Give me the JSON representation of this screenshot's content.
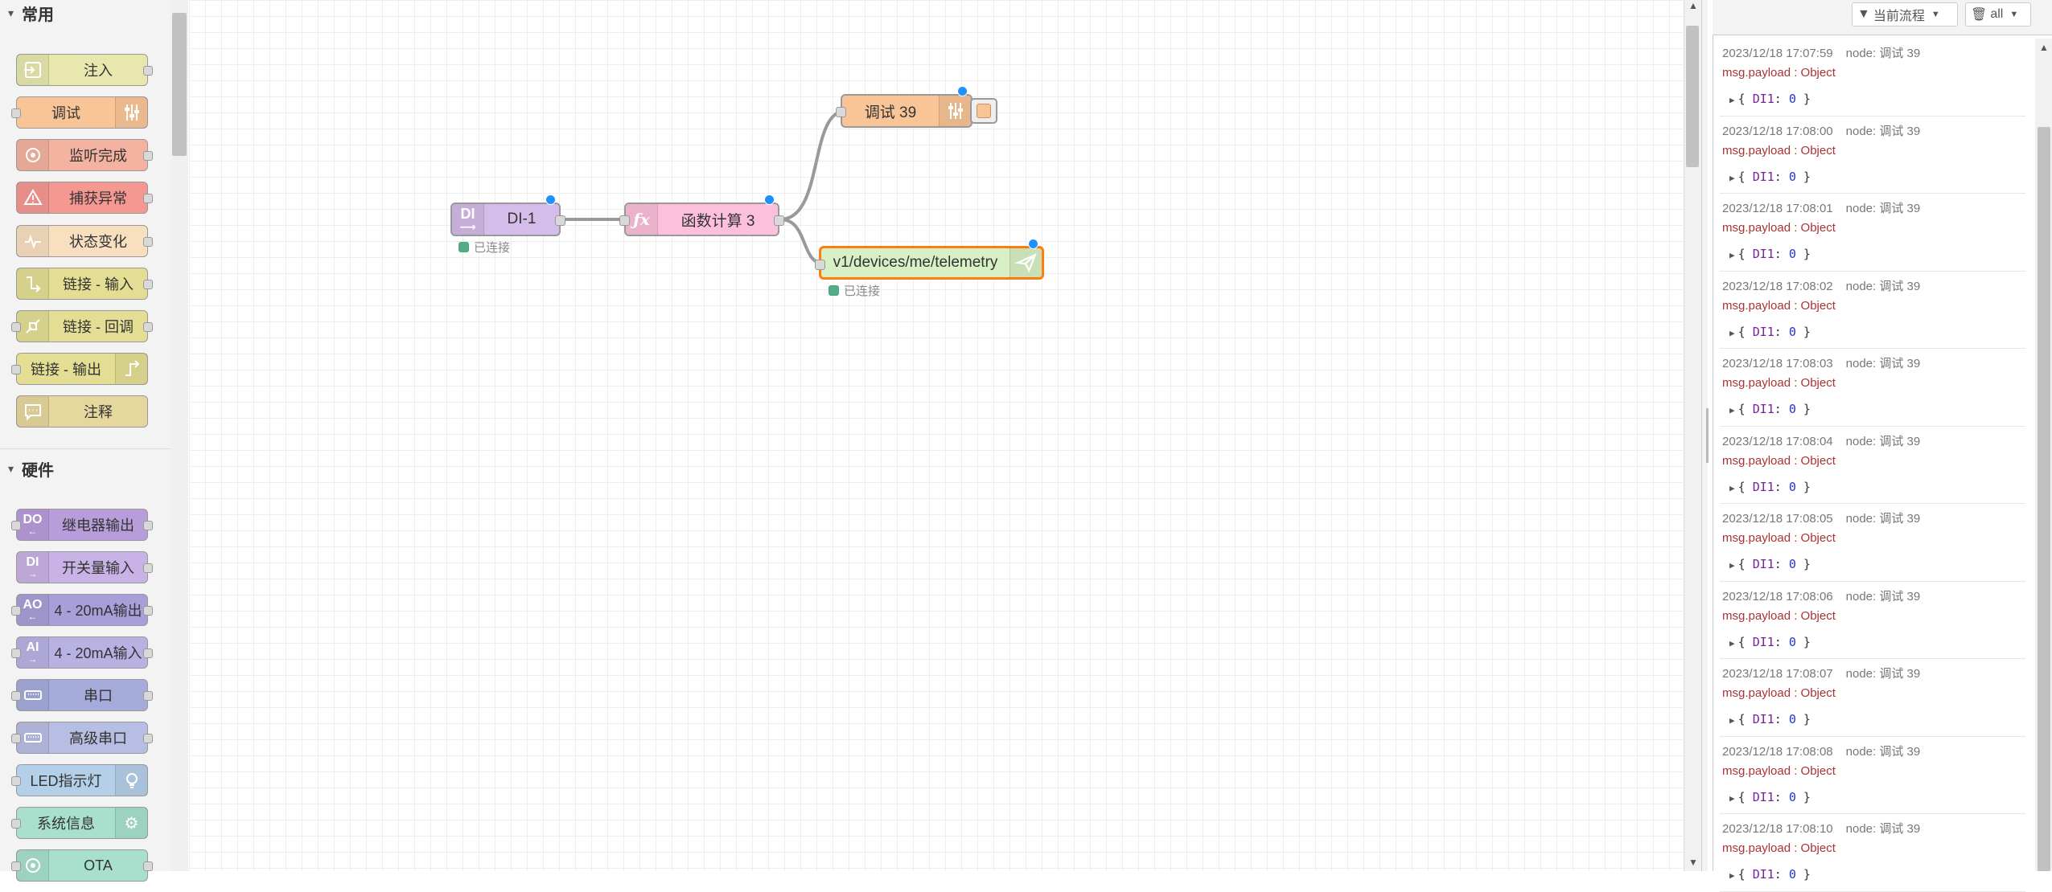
{
  "palette": {
    "categories": [
      {
        "title": "常用"
      },
      {
        "title": "硬件"
      }
    ],
    "common_nodes": [
      {
        "label": "注入",
        "icon": "arrow-right-box-icon",
        "color": "#e7e7ae"
      },
      {
        "label": "调试",
        "icon": "debug-sliders-icon",
        "color": "#87a980"
      },
      {
        "label": "监听完成",
        "icon": "check-complete-icon",
        "color": "#e9b0a0"
      },
      {
        "label": "捕获异常",
        "icon": "warning-icon",
        "color": "#e9948c"
      },
      {
        "label": "状态变化",
        "icon": "pulse-icon",
        "color": "#f2d8b6"
      },
      {
        "label": "链接 - 输入",
        "icon": "link-in-icon",
        "color": "#ddd98a"
      },
      {
        "label": "链接 - 回调",
        "icon": "link-call-icon",
        "color": "#ddd98a"
      },
      {
        "label": "链接 - 输出",
        "icon": "link-out-icon",
        "color": "#ddd98a"
      },
      {
        "label": "注释",
        "icon": "comment-icon",
        "color": "#e2d795"
      }
    ],
    "hardware_nodes": [
      {
        "label": "继电器输出",
        "icon": "DO",
        "color": "#b89ddb"
      },
      {
        "label": "开关量输入",
        "icon": "DI",
        "color": "#c9b2e5"
      },
      {
        "label": "4 - 20mA输出",
        "icon": "AO",
        "color": "#a89fd8"
      },
      {
        "label": "4 - 20mA输入",
        "icon": "AI",
        "color": "#b8b2e3"
      },
      {
        "label": "串口",
        "icon": "serial-port-icon",
        "color": "#a5acdb"
      },
      {
        "label": "高级串口",
        "icon": "serial-port-icon",
        "color": "#b8bde3"
      },
      {
        "label": "LED指示灯",
        "icon": "bulb-icon",
        "color": "#b4cfe8"
      },
      {
        "label": "系统信息",
        "icon": "gear-icon",
        "color": "#a8e0cd"
      },
      {
        "label": "OTA",
        "icon": "ota-icon",
        "color": "#a8e0cd"
      }
    ]
  },
  "flow": {
    "nodes": {
      "di": {
        "label": "DI-1",
        "icon": "DI",
        "status": "已连接"
      },
      "func": {
        "label": "函数计算 3",
        "icon": "fx"
      },
      "debug": {
        "label": "调试 39"
      },
      "mqtt": {
        "label": "v1/devices/me/telemetry",
        "status": "已连接"
      }
    }
  },
  "sidebar": {
    "filter_label": "当前流程",
    "clear_label": "all",
    "messages": [
      {
        "time": "2023/12/18 17:07:59",
        "node": "node: 调试 39",
        "topic": "msg.payload : Object",
        "key": "DI1",
        "value": "0"
      },
      {
        "time": "2023/12/18 17:08:00",
        "node": "node: 调试 39",
        "topic": "msg.payload : Object",
        "key": "DI1",
        "value": "0"
      },
      {
        "time": "2023/12/18 17:08:01",
        "node": "node: 调试 39",
        "topic": "msg.payload : Object",
        "key": "DI1",
        "value": "0"
      },
      {
        "time": "2023/12/18 17:08:02",
        "node": "node: 调试 39",
        "topic": "msg.payload : Object",
        "key": "DI1",
        "value": "0"
      },
      {
        "time": "2023/12/18 17:08:03",
        "node": "node: 调试 39",
        "topic": "msg.payload : Object",
        "key": "DI1",
        "value": "0"
      },
      {
        "time": "2023/12/18 17:08:04",
        "node": "node: 调试 39",
        "topic": "msg.payload : Object",
        "key": "DI1",
        "value": "0"
      },
      {
        "time": "2023/12/18 17:08:05",
        "node": "node: 调试 39",
        "topic": "msg.payload : Object",
        "key": "DI1",
        "value": "0"
      },
      {
        "time": "2023/12/18 17:08:06",
        "node": "node: 调试 39",
        "topic": "msg.payload : Object",
        "key": "DI1",
        "value": "0"
      },
      {
        "time": "2023/12/18 17:08:07",
        "node": "node: 调试 39",
        "topic": "msg.payload : Object",
        "key": "DI1",
        "value": "0"
      },
      {
        "time": "2023/12/18 17:08:08",
        "node": "node: 调试 39",
        "topic": "msg.payload : Object",
        "key": "DI1",
        "value": "0"
      },
      {
        "time": "2023/12/18 17:08:10",
        "node": "node: 调试 39",
        "topic": "msg.payload : Object",
        "key": "DI1",
        "value": "0"
      }
    ]
  }
}
